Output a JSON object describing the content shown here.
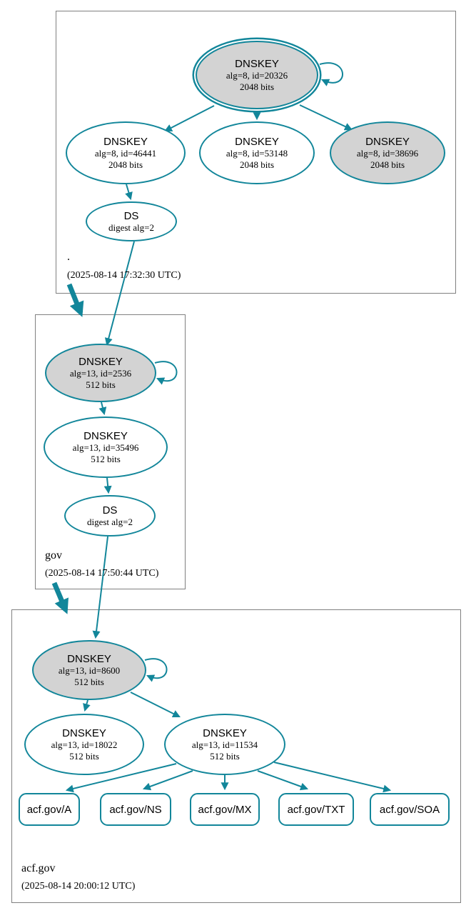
{
  "diagram": {
    "kind": "dnssec-authentication-chain",
    "colors": {
      "edge": "#12869a",
      "node_stroke": "#12869a",
      "ksk_fill": "#d3d3d3",
      "zone_box_border": "#808080",
      "background": "#ffffff"
    }
  },
  "zones": [
    {
      "name": ".",
      "timestamp": "(2025-08-14 17:32:30 UTC)",
      "nodes": {
        "ksk": {
          "title": "DNSKEY",
          "alg": "alg=8, id=20326",
          "bits": "2048 bits"
        },
        "zsk1": {
          "title": "DNSKEY",
          "alg": "alg=8, id=46441",
          "bits": "2048 bits"
        },
        "zsk2": {
          "title": "DNSKEY",
          "alg": "alg=8, id=53148",
          "bits": "2048 bits"
        },
        "ksk2": {
          "title": "DNSKEY",
          "alg": "alg=8, id=38696",
          "bits": "2048 bits"
        },
        "ds": {
          "title": "DS",
          "digest": "digest alg=2"
        }
      }
    },
    {
      "name": "gov",
      "timestamp": "(2025-08-14 17:50:44 UTC)",
      "nodes": {
        "ksk": {
          "title": "DNSKEY",
          "alg": "alg=13, id=2536",
          "bits": "512 bits"
        },
        "zsk": {
          "title": "DNSKEY",
          "alg": "alg=13, id=35496",
          "bits": "512 bits"
        },
        "ds": {
          "title": "DS",
          "digest": "digest alg=2"
        }
      }
    },
    {
      "name": "acf.gov",
      "timestamp": "(2025-08-14 20:00:12 UTC)",
      "nodes": {
        "ksk": {
          "title": "DNSKEY",
          "alg": "alg=13, id=8600",
          "bits": "512 bits"
        },
        "zsk1": {
          "title": "DNSKEY",
          "alg": "alg=13, id=18022",
          "bits": "512 bits"
        },
        "zsk2": {
          "title": "DNSKEY",
          "alg": "alg=13, id=11534",
          "bits": "512 bits"
        }
      },
      "rrsets": [
        "acf.gov/A",
        "acf.gov/NS",
        "acf.gov/MX",
        "acf.gov/TXT",
        "acf.gov/SOA"
      ]
    }
  ]
}
